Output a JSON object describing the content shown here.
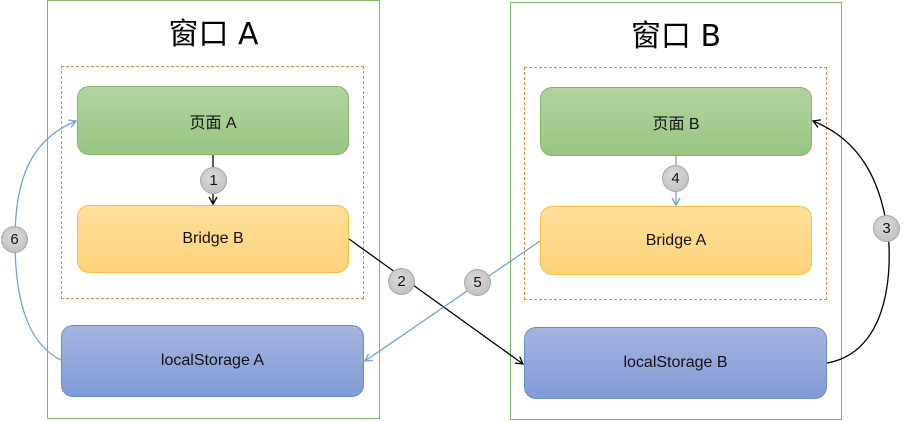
{
  "windows": [
    {
      "title": "窗口 A",
      "page": "页面 A",
      "bridge": "Bridge B",
      "storage": "localStorage A"
    },
    {
      "title": "窗口 B",
      "page": "页面 B",
      "bridge": "Bridge A",
      "storage": "localStorage B"
    }
  ],
  "steps": [
    "1",
    "2",
    "3",
    "4",
    "5",
    "6"
  ],
  "colors": {
    "window_border": "#82b366",
    "dashed_border": "#e08a4a",
    "page_fill": "#a8cf93",
    "bridge_fill": "#ffd88a",
    "storage_fill": "#93a8dc",
    "black_arrow": "#000000",
    "blue_arrow": "#6fa3d6"
  }
}
